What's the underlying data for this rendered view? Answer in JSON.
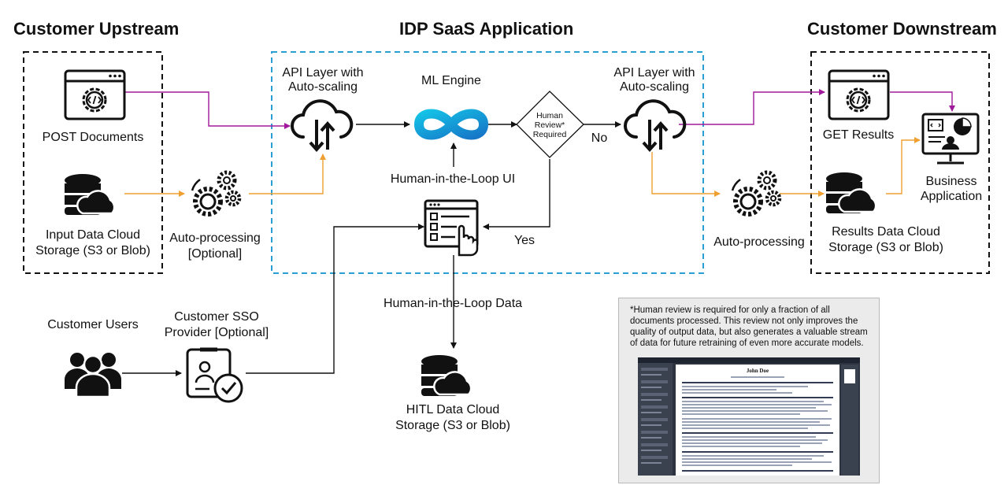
{
  "headers": {
    "upstream": "Customer Upstream",
    "app": "IDP SaaS Application",
    "downstream": "Customer Downstream"
  },
  "labels": {
    "post_documents": "POST Documents",
    "input_storage_1": "Input Data Cloud",
    "input_storage_2": "Storage (S3 or Blob)",
    "auto_processing_left_1": "Auto-processing",
    "auto_processing_left_2": "[Optional]",
    "api_layer_left_1": "API Layer with",
    "api_layer_left_2": "Auto-scaling",
    "ml_engine": "ML Engine",
    "human_review_1": "Human",
    "human_review_2": "Review*",
    "human_review_3": "Required",
    "no": "No",
    "yes": "Yes",
    "api_layer_right_1": "API Layer with",
    "api_layer_right_2": "Auto-scaling",
    "hitl_ui": "Human-in-the-Loop UI",
    "hitl_data": "Human-in-the-Loop Data",
    "hitl_storage_1": "HITL Data Cloud",
    "hitl_storage_2": "Storage (S3 or Blob)",
    "get_results": "GET Results",
    "results_storage_1": "Results Data Cloud",
    "results_storage_2": "Storage (S3 or Blob)",
    "auto_processing_right": "Auto-processing",
    "business_app_1": "Business",
    "business_app_2": "Application",
    "customer_users": "Customer Users",
    "sso_1": "Customer SSO",
    "sso_2": "Provider [Optional]"
  },
  "note": {
    "text": "*Human review is required for only a fraction of all documents processed. This review not only improves the quality of output data, but also generates a valuable stream of data for future retraining of even more accurate models.",
    "screenshot_name": "John Doe"
  },
  "colors": {
    "purple_flow": "#a0199a",
    "orange_flow": "#f0a030",
    "black_flow": "#111111",
    "app_border": "#2a9fd6",
    "ml_engine_blue": "#1e9fd8"
  }
}
